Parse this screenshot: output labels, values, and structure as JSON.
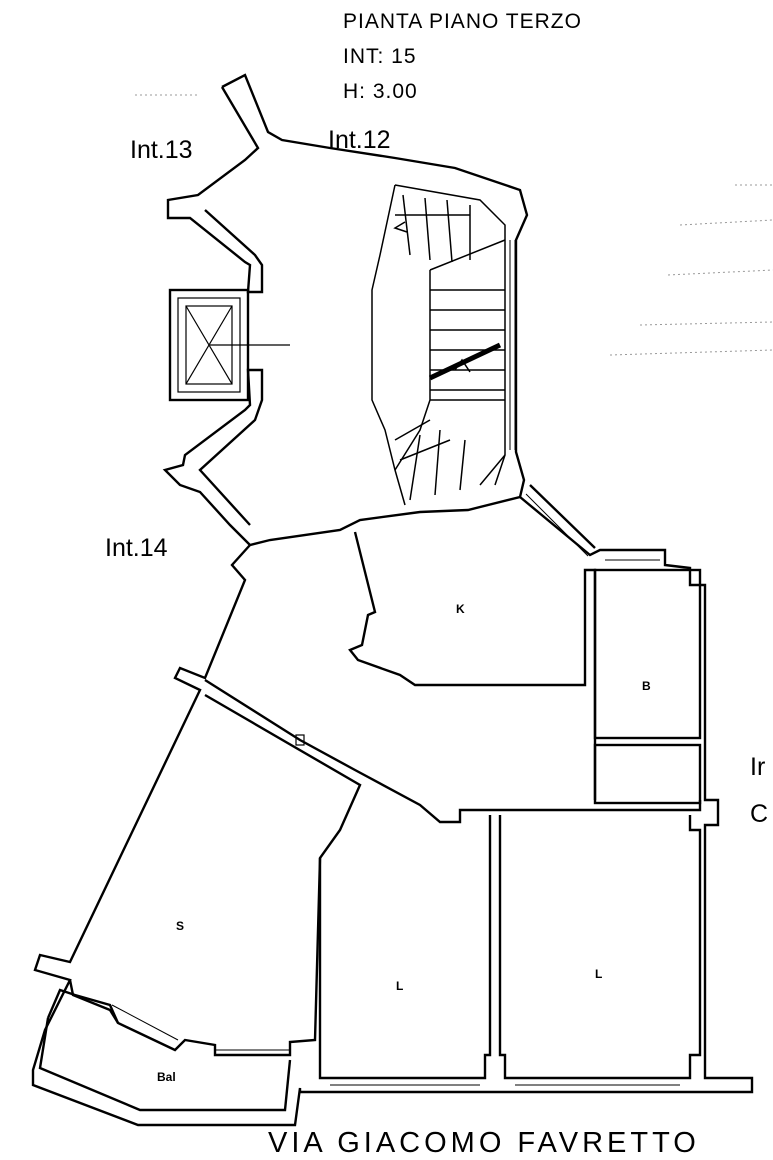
{
  "header": {
    "line1": "PIANTA PIANO TERZO",
    "line2": "INT: 15",
    "line3": "H: 3.00"
  },
  "units": {
    "int13": "Int.13",
    "int12": "Int.12",
    "int14": "Int.14",
    "right_partial_1": "Ir",
    "right_partial_2": "C"
  },
  "rooms": {
    "kitchen": "K",
    "bathroom": "B",
    "living": "S",
    "bedroom_1": "L",
    "bedroom_2": "L",
    "balcony": "Bal"
  },
  "street": "VIA GIACOMO FAVRETTO"
}
